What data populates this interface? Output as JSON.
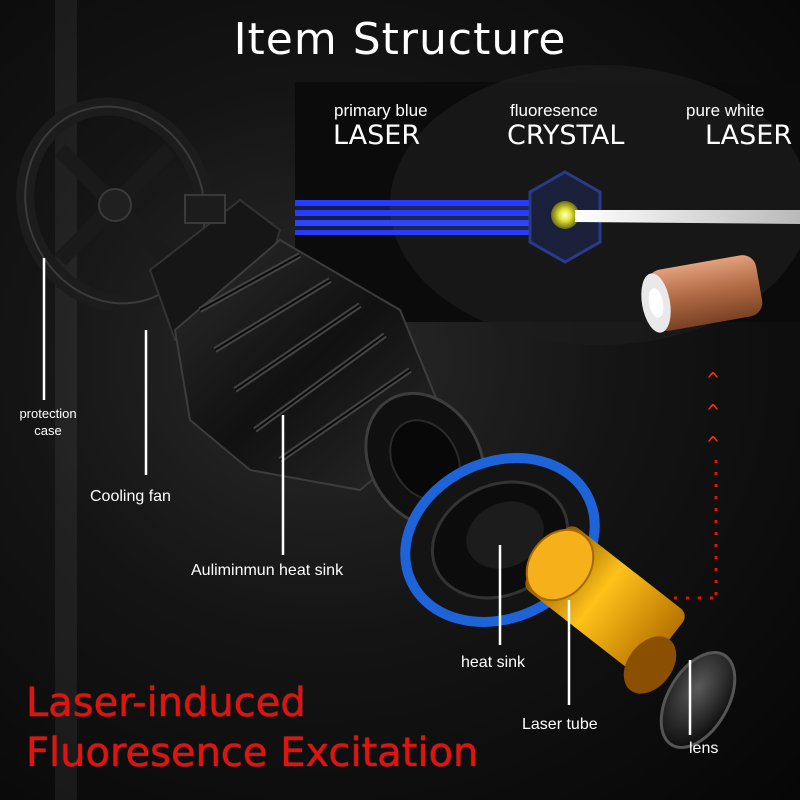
{
  "title": "Item Structure",
  "laser_panel": {
    "primary_small": "primary blue",
    "primary_big": "LASER",
    "crystal_small": "fluoresence",
    "crystal_big": "CRYSTAL",
    "white_small": "pure white",
    "white_big": "LASER"
  },
  "labels": {
    "protection_case": "protection case",
    "cooling_fan": "Cooling fan",
    "heat_sink_alu": "Auliminmun heat sink",
    "heat_sink": "heat sink",
    "laser_tube": "Laser tube",
    "lens": "lens"
  },
  "headline": {
    "line1": "Laser-induced",
    "line2": "Fluoresence Excitation"
  },
  "colors": {
    "blue_beam": "#1f35ff",
    "red_accent": "#e3120f",
    "ring_blue": "#1e64d8",
    "tube_gold": "#f0a400",
    "copper": "#c07a55"
  }
}
